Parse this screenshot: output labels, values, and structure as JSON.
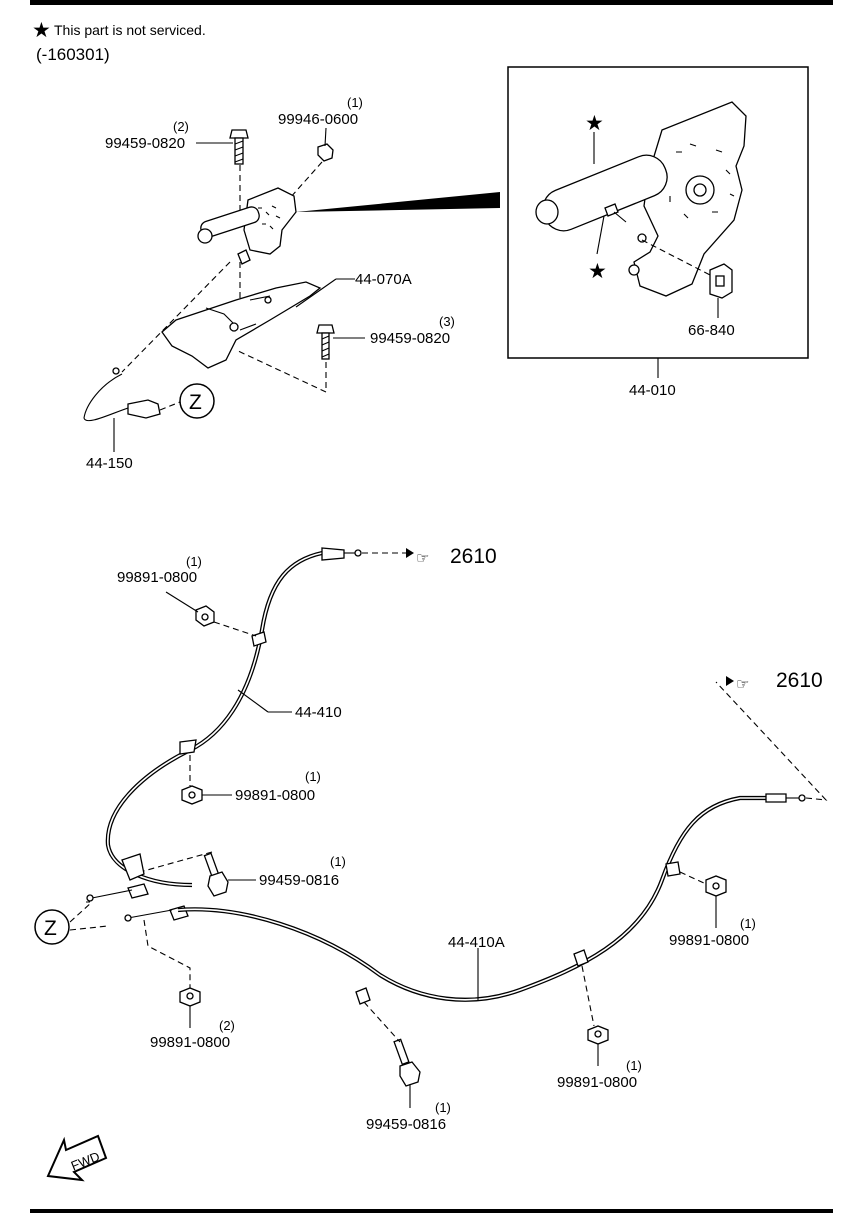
{
  "header": {
    "note_star": "★",
    "note_text": "This part is not serviced.",
    "serial_range": "(-160301)"
  },
  "parts": {
    "bolt_99459_0820_top": {
      "qty": "(2)",
      "number": "99459-0820"
    },
    "nut_99946_0600": {
      "qty": "(1)",
      "number": "99946-0600"
    },
    "bracket_44_070a": {
      "number": "44-070A"
    },
    "bolt_99459_0820_mid": {
      "qty": "(3)",
      "number": "99459-0820"
    },
    "switch_44_150": {
      "number": "44-150"
    },
    "ref_z_top": {
      "letter": "Z"
    },
    "clip_66_840": {
      "number": "66-840"
    },
    "lever_44_010": {
      "number": "44-010"
    },
    "inset_star_1": "★",
    "inset_star_2": "★",
    "cable_44_410": {
      "number": "44-410"
    },
    "ref_2610_a": {
      "number": "2610"
    },
    "ref_2610_b": {
      "number": "2610"
    },
    "nut_99891_0800_a": {
      "qty": "(1)",
      "number": "99891-0800"
    },
    "nut_99891_0800_b": {
      "qty": "(1)",
      "number": "99891-0800"
    },
    "bolt_99459_0816_a": {
      "qty": "(1)",
      "number": "99459-0816"
    },
    "nut_99891_0800_c": {
      "qty": "(1)",
      "number": "99891-0800"
    },
    "cable_44_410a": {
      "number": "44-410A"
    },
    "ref_z_bottom": {
      "letter": "Z"
    },
    "nut_99891_0800_d": {
      "qty": "(2)",
      "number": "99891-0800"
    },
    "nut_99891_0800_e": {
      "qty": "(1)",
      "number": "99891-0800"
    },
    "bolt_99459_0816_b": {
      "qty": "(1)",
      "number": "99459-0816"
    }
  },
  "fwd_arrow": {
    "label": "FWD"
  }
}
